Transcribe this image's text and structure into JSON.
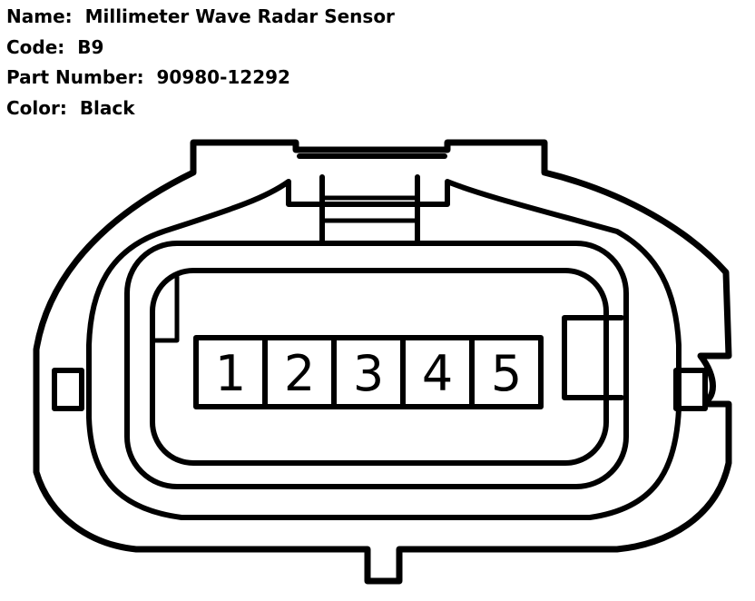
{
  "connector": {
    "name_label": "Name:",
    "name_value": "Millimeter Wave Radar Sensor",
    "code_label": "Code:",
    "code_value": "B9",
    "part_number_label": "Part Number:",
    "part_number_value": "90980-12292",
    "color_label": "Color:",
    "color_value": "Black"
  },
  "pins": [
    "1",
    "2",
    "3",
    "4",
    "5"
  ],
  "colors": {
    "stroke": "#000000",
    "background": "#ffffff"
  }
}
